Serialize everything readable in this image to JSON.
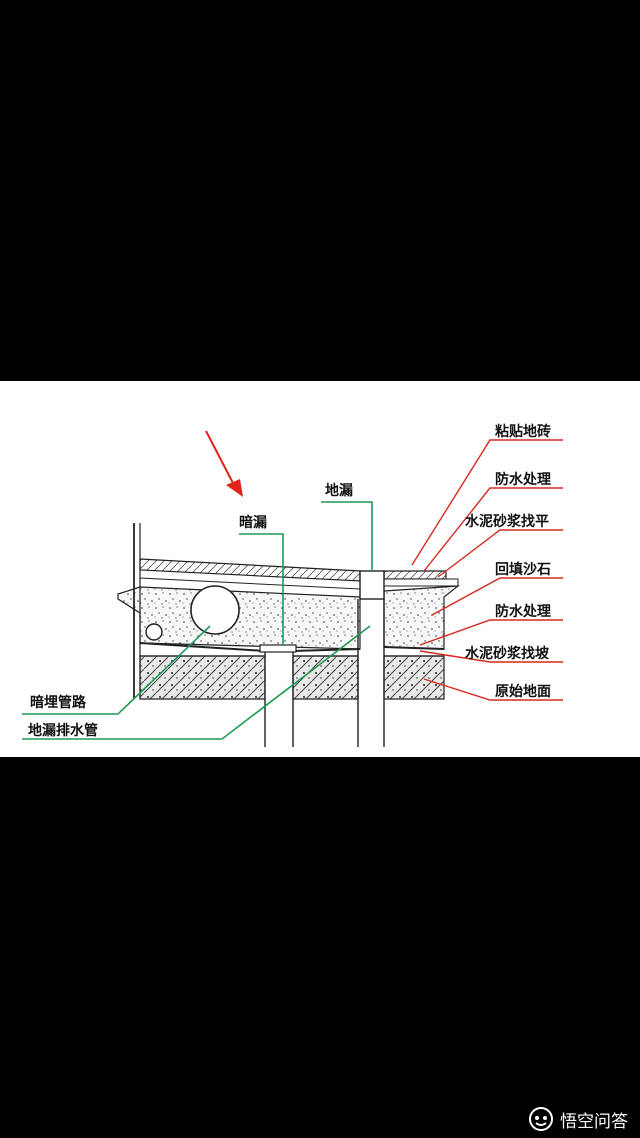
{
  "diagram": {
    "top_labels": {
      "anlou": "暗漏",
      "dilou": "地漏"
    },
    "right_labels": [
      "粘贴地砖",
      "防水处理",
      "水泥砂浆找平",
      "回填沙石",
      "防水处理",
      "水泥砂浆找坡",
      "原始地面"
    ],
    "left_labels": [
      "暗埋管路",
      "地漏排水管"
    ],
    "colors": {
      "red_leader": "#d42a1e",
      "green_leader": "#1f9a55",
      "arrow": "#e0241b"
    }
  },
  "watermark": {
    "text": "悟空问答",
    "icon": "wukong-logo-icon"
  }
}
